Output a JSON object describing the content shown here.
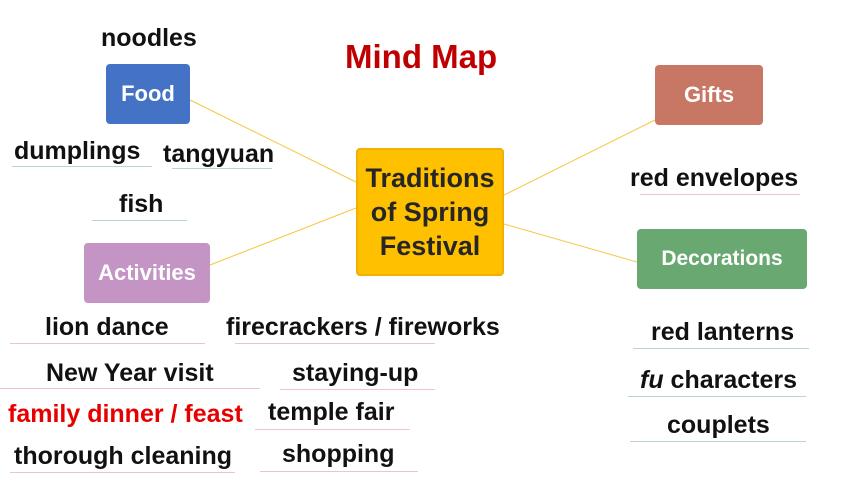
{
  "title": "Mind Map",
  "center": {
    "lines": [
      "Traditions",
      "of Spring",
      "Festival"
    ]
  },
  "categories": {
    "food": "Food",
    "activities": "Activities",
    "gifts": "Gifts",
    "decorations": "Decorations"
  },
  "food_items": [
    "noodles",
    "dumplings",
    "tangyuan",
    "fish"
  ],
  "activity_items": [
    "lion dance",
    "firecrackers / fireworks",
    "New Year visit",
    "staying-up",
    "family dinner / feast",
    "temple fair",
    "thorough cleaning",
    "shopping"
  ],
  "gift_items": [
    "red envelopes"
  ],
  "decoration_items": {
    "red_lanterns": "red lanterns",
    "fu_italic": "fu",
    "fu_rest": " characters",
    "couplets": "couplets"
  },
  "colors": {
    "title": "#c00000",
    "center": "#ffc000",
    "food": "#4472c4",
    "activities": "#c494c4",
    "gifts": "#c87764",
    "decorations": "#6aa872",
    "highlight_text": "#e60000",
    "connector": "#f5c842"
  }
}
